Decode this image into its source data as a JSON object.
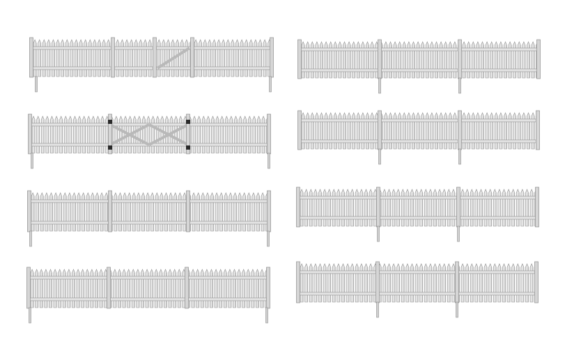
{
  "image": {
    "subject": "eight-model-picket-fence-sections",
    "background_color": "#ffffff",
    "fence_color": "#e4e4e4",
    "fence_shadow_color": "#b9b9b9",
    "fence_outline_color": "#8e8e8e",
    "hinge_color": "#2a2a2a"
  },
  "fences": [
    {
      "name": "fence-left-1",
      "has_gate": true,
      "gate_style": "diagonal-brace-single",
      "has_hinges": false
    },
    {
      "name": "fence-left-2",
      "has_gate": true,
      "gate_style": "x-brace-double",
      "has_hinges": true
    },
    {
      "name": "fence-left-3",
      "has_gate": false
    },
    {
      "name": "fence-left-4",
      "has_gate": false
    },
    {
      "name": "fence-right-1",
      "has_gate": false
    },
    {
      "name": "fence-right-2",
      "has_gate": false
    },
    {
      "name": "fence-right-3",
      "has_gate": false
    },
    {
      "name": "fence-right-4",
      "has_gate": false
    }
  ]
}
